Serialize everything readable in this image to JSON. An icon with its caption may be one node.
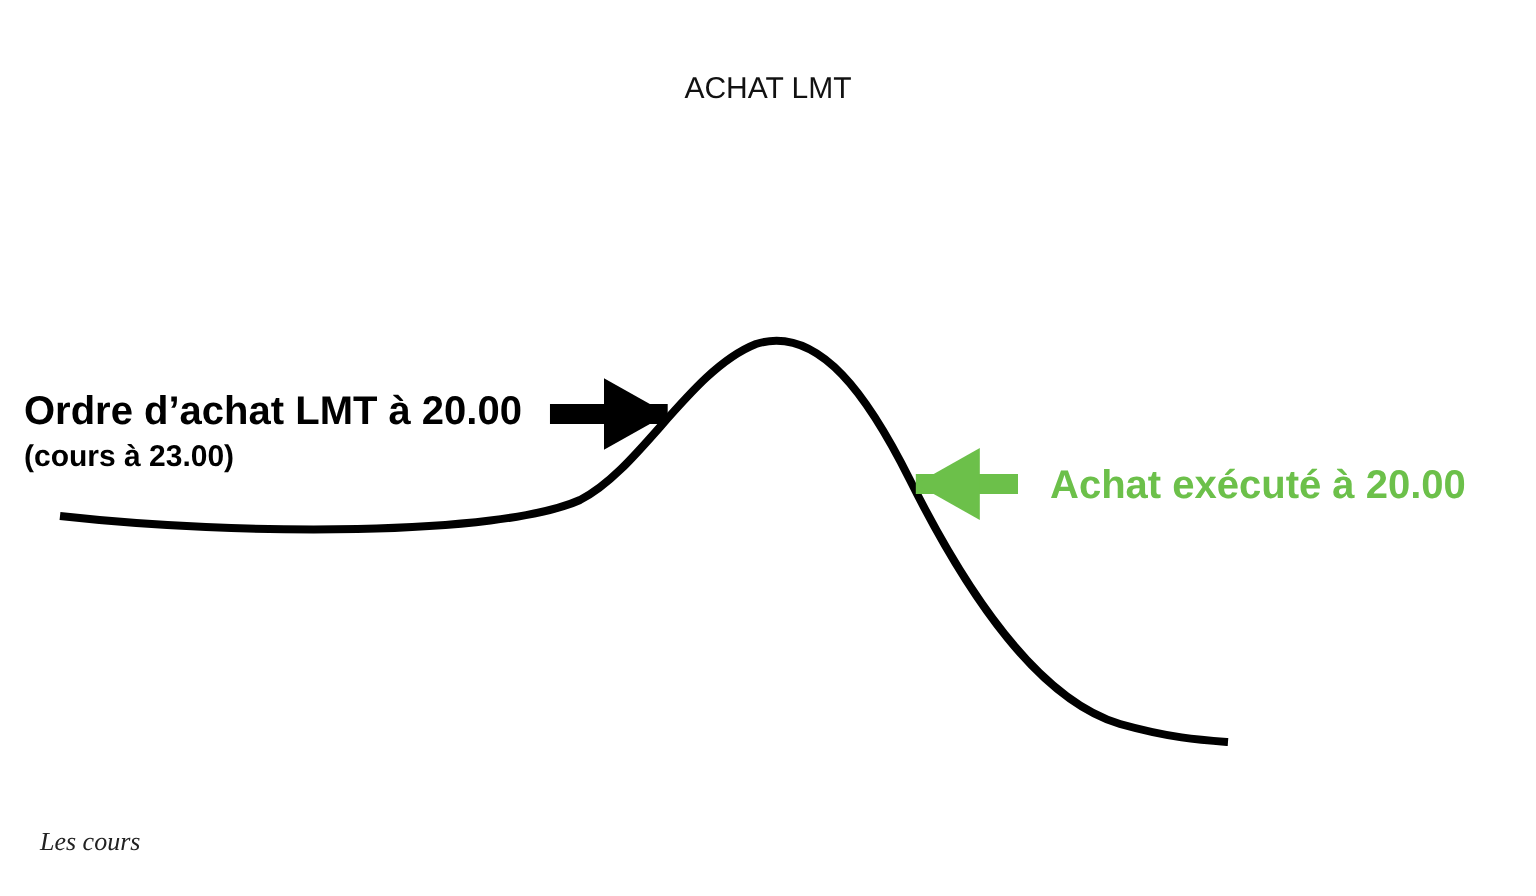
{
  "diagram": {
    "title": "ACHAT LMT",
    "caption": "Les cours",
    "nodes": [
      {
        "text": [
          "Ordre d’achat LMT à 20.00",
          "(cours à 23.00)"
        ]
      },
      {
        "text": [],
        "shape": "curve"
      },
      {
        "text": [
          "Achat exécuté à 20.00"
        ]
      }
    ],
    "edges": [
      {
        "from": 0,
        "to": 1,
        "arrow": "to",
        "color": "#000000"
      },
      {
        "from": 2,
        "to": 1,
        "arrow": "to",
        "color": "#6cc04a"
      }
    ]
  }
}
